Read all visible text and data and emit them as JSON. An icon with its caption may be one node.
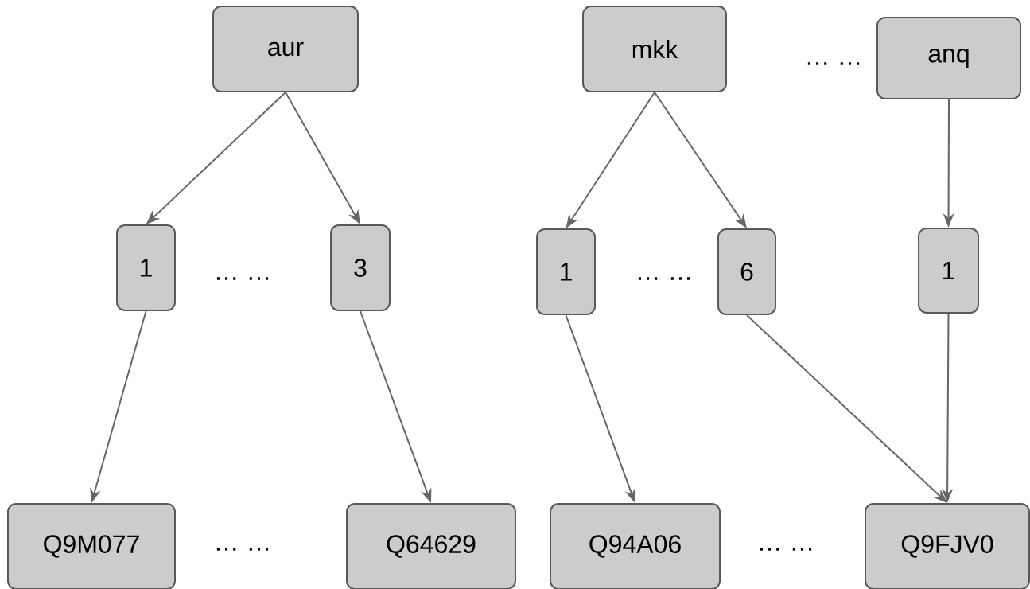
{
  "diagram": {
    "nodes": [
      {
        "text": [
          "aur"
        ]
      },
      {
        "text": [
          "mkk"
        ]
      },
      {
        "text": [
          "anq"
        ]
      },
      {
        "text": [
          "1"
        ]
      },
      {
        "text": [
          "3"
        ]
      },
      {
        "text": [
          "1"
        ]
      },
      {
        "text": [
          "6"
        ]
      },
      {
        "text": [
          "1"
        ]
      },
      {
        "text": [
          "Q9M077"
        ]
      },
      {
        "text": [
          "Q64629"
        ]
      },
      {
        "text": [
          "Q94A06"
        ]
      },
      {
        "text": [
          "Q9FJV0"
        ]
      }
    ],
    "edges": [
      {
        "from": 0,
        "to": 3,
        "arrow": "to"
      },
      {
        "from": 0,
        "to": 4,
        "arrow": "to"
      },
      {
        "from": 1,
        "to": 5,
        "arrow": "to"
      },
      {
        "from": 1,
        "to": 6,
        "arrow": "to"
      },
      {
        "from": 2,
        "to": 7,
        "arrow": "to"
      },
      {
        "from": 3,
        "to": 8,
        "arrow": "to"
      },
      {
        "from": 4,
        "to": 9,
        "arrow": "to"
      },
      {
        "from": 5,
        "to": 10,
        "arrow": "to"
      },
      {
        "from": 6,
        "to": 11,
        "arrow": "to"
      },
      {
        "from": 7,
        "to": 11,
        "arrow": "to"
      }
    ],
    "labels": [
      "… …",
      "… …",
      "… …",
      "… …",
      "… …"
    ]
  }
}
